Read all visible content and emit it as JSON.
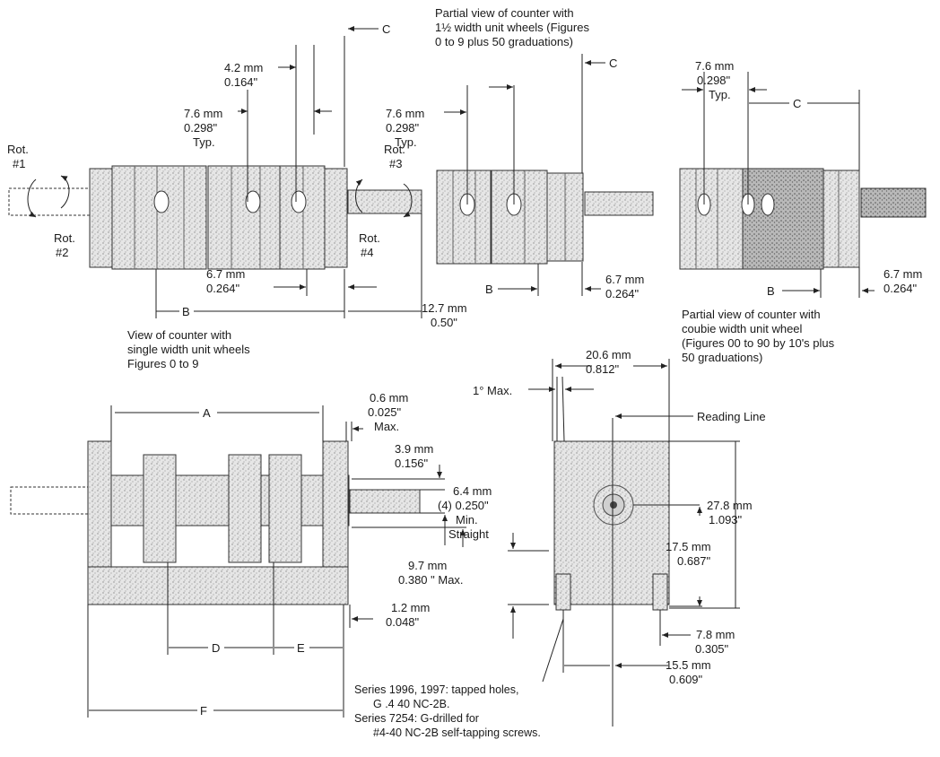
{
  "labels": {
    "top_left_dim1": [
      "7.6 mm",
      "0.298\"",
      "Typ."
    ],
    "top_left_dim2": [
      "4.2 mm",
      "0.164\""
    ],
    "c1": "C",
    "rot1": [
      "Rot.",
      "#1"
    ],
    "rot2": [
      "Rot.",
      "#2"
    ],
    "rot3": [
      "Rot.",
      "#3"
    ],
    "rot4": [
      "Rot.",
      "#4"
    ],
    "top_left_dim3": [
      "6.7 mm",
      "0.264\""
    ],
    "b1": "B",
    "top_left_dim4": [
      "12.7 mm",
      "0.50\""
    ],
    "view1_caption": [
      "View of counter with",
      "single width unit wheels",
      "Figures 0 to 9"
    ],
    "partial1_caption": [
      "Partial view of counter with",
      "1½ width unit wheels (Figures",
      "0 to 9 plus 50 graduations)"
    ],
    "top_mid_dim1": [
      "7.6 mm",
      "0.298\"",
      "Typ."
    ],
    "c2": "C",
    "b2": "B",
    "top_mid_dim2": [
      "6.7 mm",
      "0.264\""
    ],
    "top_right_dim1": [
      "7.6 mm",
      "0.298\"",
      "Typ."
    ],
    "c3": "C",
    "b3": "B",
    "top_right_dim2": [
      "6.7 mm",
      "0.264\""
    ],
    "partial2_caption": [
      "Partial view of counter with",
      "coubie width unit wheel",
      "(Figures 00 to 90 by 10's plus",
      "50 graduations)"
    ],
    "a": "A",
    "bottom_dim1": [
      "0.6 mm",
      "0.025\"",
      "Max."
    ],
    "bottom_dim2": [
      "3.9 mm",
      "0.156\""
    ],
    "bottom_dim3": [
      "6.4 mm",
      "(4) 0.250\"",
      "Min.",
      "Straight"
    ],
    "bottom_dim4": [
      "9.7 mm",
      "0.380 \" Max."
    ],
    "bottom_dim5": [
      "1.2 mm",
      "0.048\""
    ],
    "d": "D",
    "e": "E",
    "f": "F",
    "angle_max": "1° Max.",
    "side_dim1": [
      "20.6 mm",
      "0.812\""
    ],
    "reading_line": "Reading Line",
    "side_dim2": [
      "27.8 mm",
      "1.093\""
    ],
    "side_dim3": [
      "17.5 mm",
      "0.687\""
    ],
    "side_dim4": [
      "7.8 mm",
      "0.305\""
    ],
    "side_dim5": [
      "15.5 mm",
      "0.609\""
    ],
    "series_note": [
      "Series 1996, 1997: tapped holes,",
      "G .4 40 NC-2B.",
      "Series 7254: G-drilled for",
      "#4-40 NC-2B self-tapping screws."
    ]
  }
}
